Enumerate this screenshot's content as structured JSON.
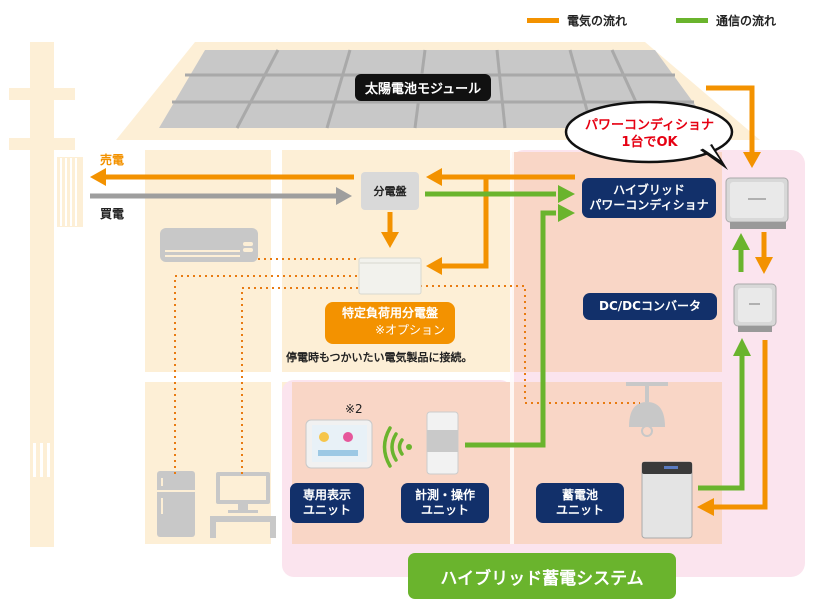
{
  "legend": {
    "electricity": {
      "label": "電気の流れ",
      "color": "#f39200"
    },
    "communication": {
      "label": "通信の流れ",
      "color": "#6ab42d"
    }
  },
  "colors": {
    "house": "#fdefd6",
    "system_area": "#fbe4ee",
    "system_room": "#f9d6c6",
    "panel": "#c8c8c8",
    "navy": "#12306a",
    "electric": "#f39200",
    "comm": "#6ab42d",
    "buy": "#9e9e9e",
    "callout_text": "#e60012"
  },
  "labels": {
    "solar_module": "太陽電池モジュール",
    "sell_power": "売電",
    "buy_power": "買電",
    "distribution_board": "分電盤",
    "specific_load_board": "特定負荷用分電盤",
    "option_note": "※オプション",
    "outage_note": "停電時もつかいたい電気製品に接続。",
    "hybrid_pcs_line1": "ハイブリッド",
    "hybrid_pcs_line2": "パワーコンディショナ",
    "dcdc_converter": "DC/DCコンバータ",
    "display_unit_line1": "専用表示",
    "display_unit_line2": "ユニット",
    "measure_unit_line1": "計測・操作",
    "measure_unit_line2": "ユニット",
    "battery_unit_line1": "蓄電池",
    "battery_unit_line2": "ユニット",
    "note_2": "※2",
    "system_name": "ハイブリッド蓄電システム"
  },
  "callout": {
    "line1": "パワーコンディショナ",
    "line2": "1台でOK"
  }
}
